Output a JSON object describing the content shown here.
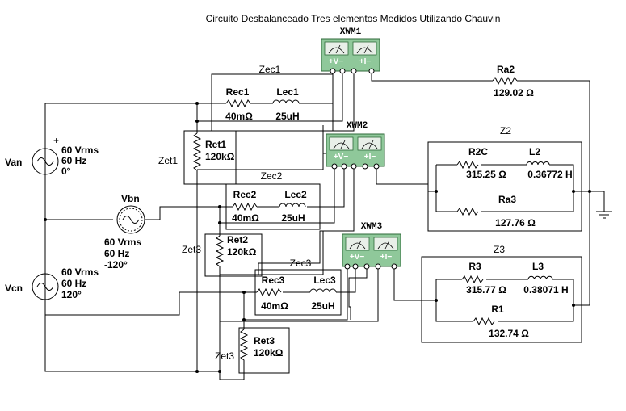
{
  "title": "Circuito Desbalanceado Tres elementos Medidos Utilizando Chauvin",
  "meters": {
    "xwm1": {
      "name": "XWM1",
      "v": "+V−",
      "i": "+I−"
    },
    "xwm2": {
      "name": "XWM2",
      "v": "+V−",
      "i": "+I−"
    },
    "xwm3": {
      "name": "XWM3",
      "v": "+V−",
      "i": "+I−"
    }
  },
  "sources": {
    "van": {
      "name": "Van",
      "rms": "60 Vrms",
      "freq": "60 Hz",
      "phase": "0°"
    },
    "vbn": {
      "name": "Vbn",
      "rms": "60 Vrms",
      "freq": "60 Hz",
      "phase": "-120°"
    },
    "vcn": {
      "name": "Vcn",
      "rms": "60 Vrms",
      "freq": "60 Hz",
      "phase": "120°"
    }
  },
  "zec1": {
    "label": "Zec1",
    "r_name": "Rec1",
    "r_val": "40mΩ",
    "l_name": "Lec1",
    "l_val": "25uH"
  },
  "zec2": {
    "label": "Zec2",
    "r_name": "Rec2",
    "r_val": "40mΩ",
    "l_name": "Lec2",
    "l_val": "25uH"
  },
  "zec3": {
    "label": "Zec3",
    "r_name": "Rec3",
    "r_val": "40mΩ",
    "l_name": "Lec3",
    "l_val": "25uH"
  },
  "zet1": {
    "label": "Zet1",
    "r_name": "Ret1",
    "r_val": "120kΩ"
  },
  "zet2": {
    "label": "Zet3",
    "r_name": "Ret2",
    "r_val": "120kΩ"
  },
  "zet3": {
    "label": "Zet3",
    "r_name": "Ret3",
    "r_val": "120kΩ"
  },
  "ra2": {
    "name": "Ra2",
    "val": "129.02 Ω"
  },
  "z2": {
    "label": "Z2",
    "r_name": "R2C",
    "r_val": "315.25 Ω",
    "l_name": "L2",
    "l_val": "0.36772 H",
    "r2_name": "Ra3",
    "r2_val": "127.76 Ω"
  },
  "z3": {
    "label": "Z3",
    "r_name": "R3",
    "r_val": "315.77 Ω",
    "l_name": "L3",
    "l_val": "0.38071 H",
    "r2_name": "R1",
    "r2_val": "132.74 Ω"
  }
}
